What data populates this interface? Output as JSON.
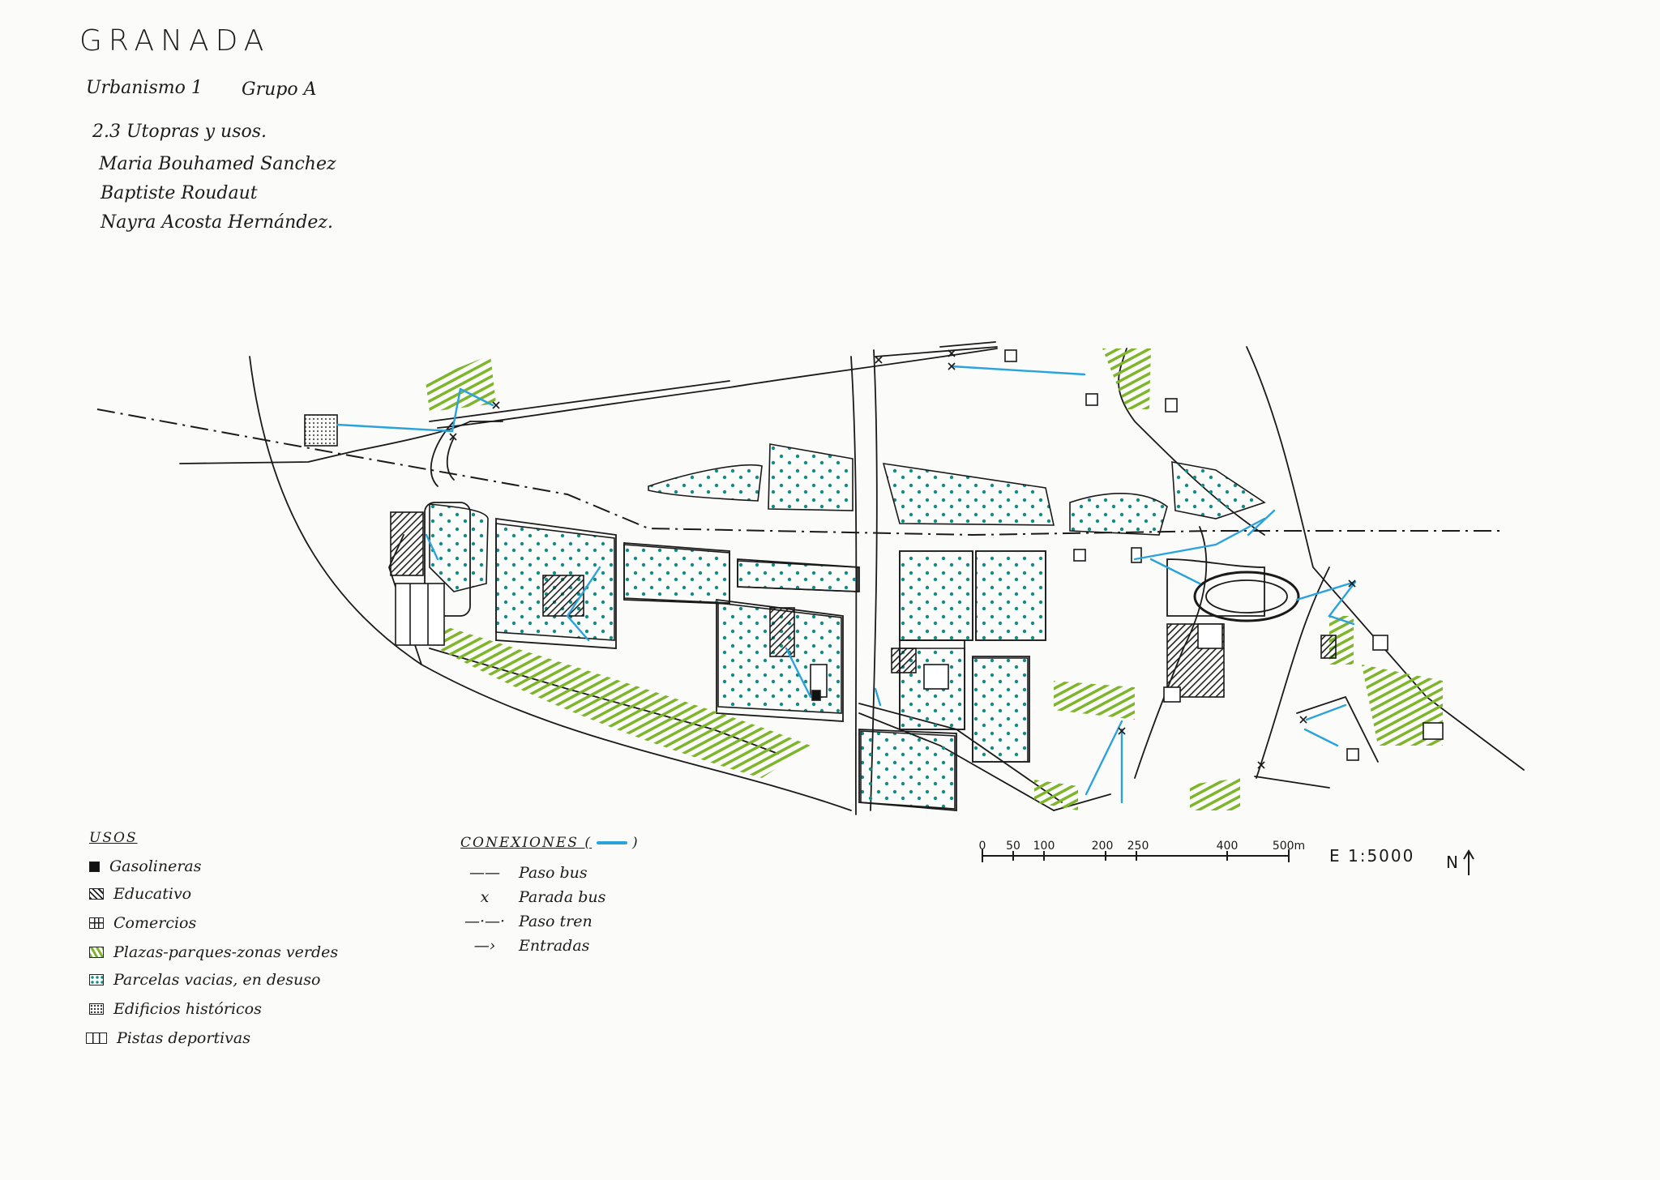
{
  "header": {
    "title": "GRANADA",
    "course": "Urbanismo 1",
    "group": "Grupo A",
    "exercise": "2.3 Utopras y usos.",
    "authors": [
      "Maria Bouhamed Sanchez",
      "Baptiste Roudaut",
      "Nayra Acosta Hernández."
    ]
  },
  "legend_usos": {
    "title": "USOS",
    "items": [
      {
        "label": "Gasolineras",
        "swatch": "solid-square"
      },
      {
        "label": "Educativo",
        "swatch": "hatched-square"
      },
      {
        "label": "Comercios",
        "swatch": "grid-square"
      },
      {
        "label": "Plazas-parques-zonas verdes",
        "swatch": "green-hatch"
      },
      {
        "label": "Parcelas vacias, en desuso",
        "swatch": "teal-dots"
      },
      {
        "label": "Edificios históricos",
        "swatch": "dotted-square"
      },
      {
        "label": "Pistas deportivas",
        "swatch": "track-square"
      }
    ]
  },
  "legend_conexiones": {
    "title": "CONEXIONES (",
    "title_close": ")",
    "items": [
      {
        "symbol": "——",
        "label": "Paso bus"
      },
      {
        "symbol": "x",
        "label": "Parada bus"
      },
      {
        "symbol": "—·—·",
        "label": "Paso tren"
      },
      {
        "symbol": "—›",
        "label": "Entradas"
      }
    ]
  },
  "scale_bar": {
    "labels": [
      "0",
      "50",
      "100",
      "200",
      "250",
      "400",
      "500m"
    ],
    "values_m": [
      0,
      50,
      100,
      200,
      250,
      400,
      500
    ],
    "ratio": "E 1:5000",
    "north": "N"
  },
  "colors": {
    "ink": "#1a1a1a",
    "green_zones": "#7fb52b",
    "vacant_dots": "#138c86",
    "connections": "#2aa3dc"
  }
}
